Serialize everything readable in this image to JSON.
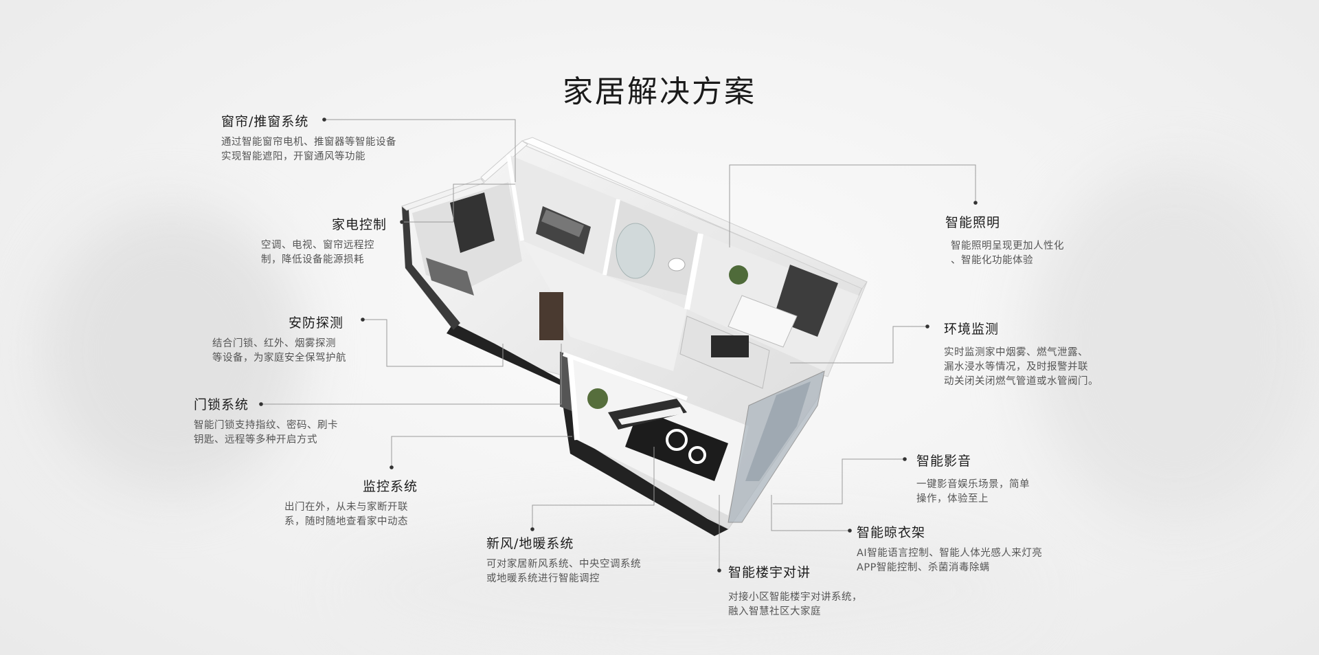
{
  "title": "家居解决方案",
  "callouts": {
    "curtain": {
      "title": "窗帘/推窗系统",
      "desc": [
        "通过智能窗帘电机、推窗器等智能设备",
        "实现智能遮阳，开窗通风等功能"
      ]
    },
    "appliance": {
      "title": "家电控制",
      "desc": [
        "空调、电视、窗帘远程控",
        "制，降低设备能源损耗"
      ]
    },
    "security": {
      "title": "安防探测",
      "desc": [
        "结合门锁、红外、烟雾探测",
        "等设备，为家庭安全保驾护航"
      ]
    },
    "doorlock": {
      "title": "门锁系统",
      "desc": [
        "智能门锁支持指纹、密码、刷卡",
        "钥匙、远程等多种开启方式"
      ]
    },
    "monitor": {
      "title": "监控系统",
      "desc": [
        "出门在外，从未与家断开联",
        "系，随时随地查看家中动态"
      ]
    },
    "fresh_air": {
      "title": "新风/地暖系统",
      "desc": [
        "可对家居新风系统、中央空调系统",
        "或地暖系统进行智能调控"
      ]
    },
    "intercom": {
      "title": "智能楼宇对讲",
      "desc": [
        "对接小区智能楼宇对讲系统，",
        "融入智慧社区大家庭"
      ]
    },
    "drying_rack": {
      "title": "智能晾衣架",
      "desc": [
        "AI智能语言控制、智能人体光感人来灯亮",
        "APP智能控制、杀菌消毒除螨"
      ]
    },
    "av": {
      "title": "智能影音",
      "desc": [
        "一键影音娱乐场景，简单",
        "操作，体验至上"
      ]
    },
    "environment": {
      "title": "环境监测",
      "desc": [
        "实时监测家中烟雾、燃气泄露、",
        "漏水浸水等情况，及时报警并联",
        "动关闭关闭燃气管道或水管阀门。"
      ]
    },
    "lighting": {
      "title": "智能照明",
      "desc": [
        "智能照明呈现更加人性化",
        "、智能化功能体验"
      ]
    }
  },
  "colors": {
    "text": "#1c1c1c",
    "desc": "#555555",
    "line": "#9a9a9a",
    "dot": "#333333"
  }
}
